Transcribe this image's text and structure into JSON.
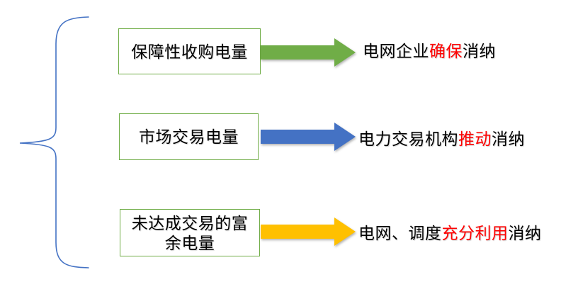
{
  "colors": {
    "background": "#FFFFFF",
    "box_border": "#70AD47",
    "brace": "#4472C4",
    "text": "#000000",
    "highlight": "#FF0000"
  },
  "brace": {
    "shape": "left-curly-brace",
    "color": "#4472C4"
  },
  "rows": [
    {
      "box_label": "保障性收购电量",
      "arrow_color": "#70AD47",
      "arrow_name": "green-right-arrow",
      "result": {
        "prefix": "电网企业",
        "highlight": "确保",
        "suffix": "消纳"
      }
    },
    {
      "box_label": "市场交易电量",
      "arrow_color": "#4472C4",
      "arrow_name": "blue-right-arrow",
      "result": {
        "prefix": "电力交易机构",
        "highlight": "推动",
        "suffix": "消纳"
      }
    },
    {
      "box_label": "未达成交易的富余电量",
      "arrow_color": "#FFC000",
      "arrow_name": "gold-right-arrow",
      "result": {
        "prefix": "电网、调度",
        "highlight": "充分利用",
        "suffix": "消纳"
      }
    }
  ]
}
